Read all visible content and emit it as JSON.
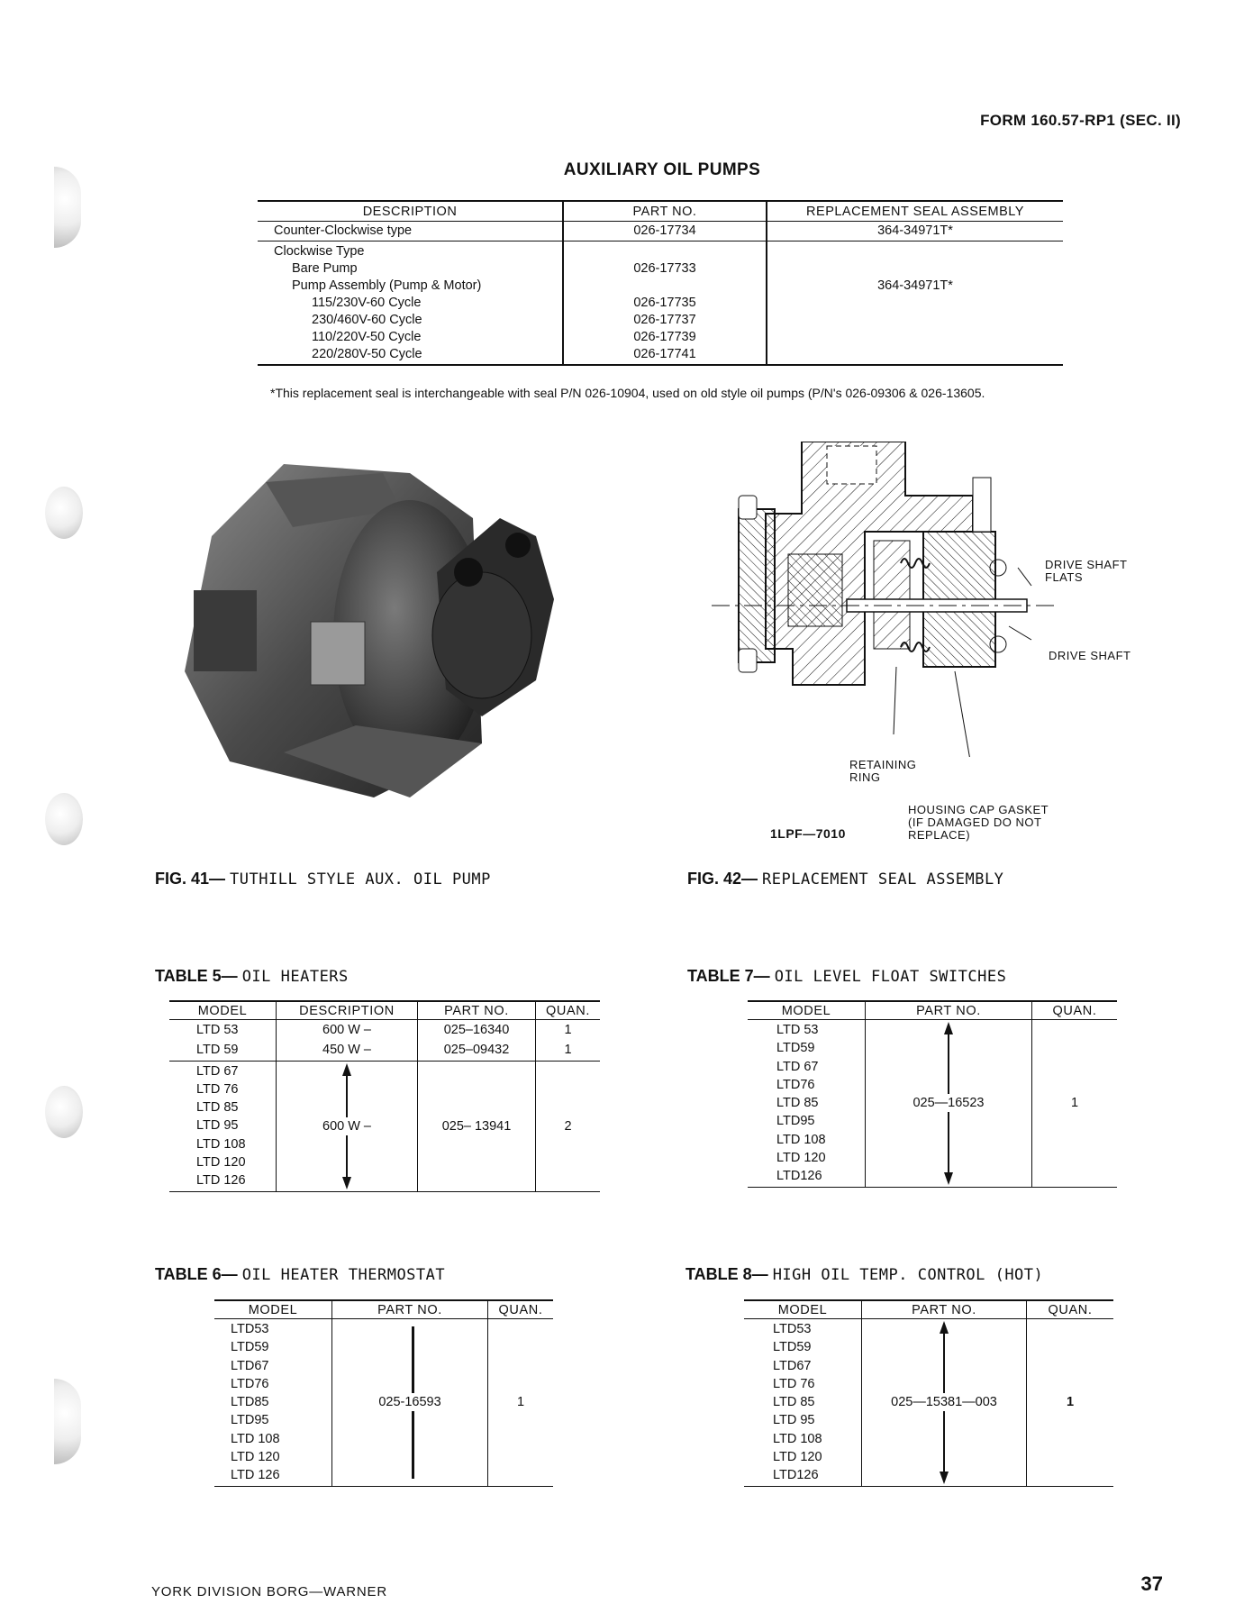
{
  "header": {
    "form_number": "FORM 160.57-RP1 (SEC. II)"
  },
  "aux_pumps": {
    "title": "AUXILIARY OIL PUMPS",
    "columns": [
      "DESCRIPTION",
      "PART NO.",
      "REPLACEMENT SEAL ASSEMBLY"
    ],
    "row1": {
      "description": "Counter-Clockwise type",
      "part": "026-17734",
      "seal": "364-34971T*"
    },
    "group": {
      "heading": "Clockwise Type",
      "bare_pump": "Bare Pump",
      "bare_pump_part": "026-17733",
      "assembly": "Pump Assembly (Pump & Motor)",
      "seal": "364-34971T*",
      "variants": [
        {
          "label": "115/230V-60 Cycle",
          "part": "026-17735"
        },
        {
          "label": "230/460V-60 Cycle",
          "part": "026-17737"
        },
        {
          "label": "110/220V-50 Cycle",
          "part": "026-17739"
        },
        {
          "label": "220/280V-50 Cycle",
          "part": "026-17741"
        }
      ]
    },
    "footnote": "*This replacement seal is interchangeable with seal P/N 026-10904, used on old style oil pumps (P/N's 026-09306 & 026-13605."
  },
  "fig41": {
    "number": "FIG. 41—",
    "title": "TUTHILL STYLE AUX. OIL PUMP"
  },
  "fig42": {
    "number": "FIG. 42—",
    "title": "REPLACEMENT SEAL ASSEMBLY",
    "labels": {
      "drive_shaft_flats_1": "DRIVE SHAFT",
      "drive_shaft_flats_2": "FLATS",
      "drive_shaft": "DRIVE SHAFT",
      "retaining_1": "RETAINING",
      "retaining_2": "RING",
      "gasket_1": "HOUSING CAP GASKET",
      "gasket_2": "(IF DAMAGED DO NOT",
      "gasket_3": "REPLACE)",
      "drawing_no": "1LPF—7010"
    }
  },
  "table5": {
    "number": "TABLE 5—",
    "title": "OIL HEATERS",
    "columns": [
      "MODEL",
      "DESCRIPTION",
      "PART NO.",
      "QUAN."
    ],
    "rows": [
      {
        "model": "LTD 53",
        "desc": "600 W –",
        "part": "025–16340",
        "qty": "1"
      },
      {
        "model": "LTD 59",
        "desc": "450 W –",
        "part": "025–09432",
        "qty": "1"
      }
    ],
    "group_models": [
      "LTD 67",
      "LTD 76",
      "LTD 85",
      "LTD 95",
      "LTD 108",
      "LTD 120",
      "LTD 126"
    ],
    "group_desc": "600 W –",
    "group_part": "025– 13941",
    "group_qty": "2"
  },
  "table6": {
    "number": "TABLE 6—",
    "title": "OIL HEATER THERMOSTAT",
    "columns": [
      "MODEL",
      "PART NO.",
      "QUAN."
    ],
    "models": [
      "LTD53",
      "LTD59",
      "LTD67",
      "LTD76",
      "LTD85",
      "LTD95",
      "LTD 108",
      "LTD 120",
      "LTD 126"
    ],
    "part": "025-16593",
    "qty": "1"
  },
  "table7": {
    "number": "TABLE 7—",
    "title": "OIL LEVEL FLOAT SWITCHES",
    "columns": [
      "MODEL",
      "PART NO.",
      "QUAN."
    ],
    "models": [
      "LTD 53",
      "LTD59",
      "LTD 67",
      "LTD76",
      "LTD 85",
      "LTD95",
      "LTD 108",
      "LTD 120",
      "LTD126"
    ],
    "part": "025—16523",
    "qty": "1"
  },
  "table8": {
    "number": "TABLE 8—",
    "title": "HIGH OIL TEMP. CONTROL (HOT)",
    "columns": [
      "MODEL",
      "PART NO.",
      "QUAN."
    ],
    "models": [
      "LTD53",
      "LTD59",
      "LTD67",
      "LTD 76",
      "LTD 85",
      "LTD 95",
      "LTD 108",
      "LTD 120",
      "LTD126"
    ],
    "part": "025—15381—003",
    "qty": "1"
  },
  "footer": {
    "company": "YORK DIVISION   BORG—WARNER",
    "page": "37"
  }
}
